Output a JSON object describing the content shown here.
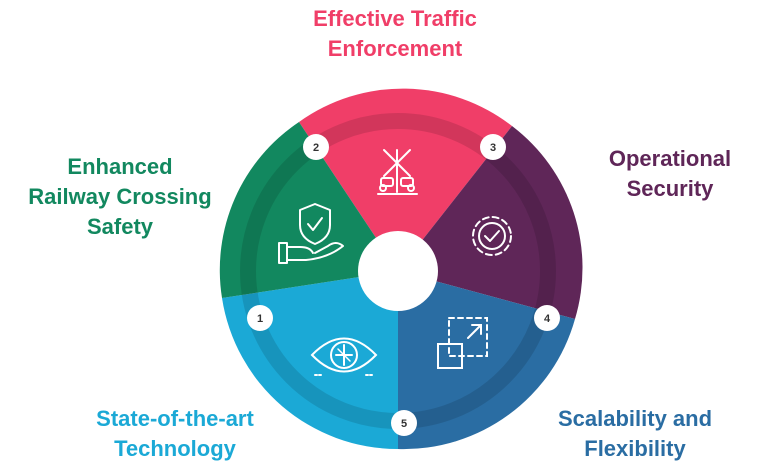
{
  "segments": [
    {
      "number": "1",
      "label_lines": [
        "State-of-the-art",
        "Technology"
      ],
      "color": "#1ba9d6",
      "icon": "eye-analytics-icon"
    },
    {
      "number": "2",
      "label_lines": [
        "Effective Traffic",
        "Enforcement"
      ],
      "color": "#f03e68",
      "icon": "railway-crossing-icon"
    },
    {
      "number": "3",
      "label_lines": [
        "Operational",
        "Security"
      ],
      "color": "#5f2658",
      "icon": "gear-check-icon"
    },
    {
      "number": "4",
      "label_lines": [
        "Scalability and",
        "Flexibility"
      ],
      "color": "#2a6da3",
      "icon": "expand-square-icon"
    },
    {
      "number": "5",
      "label_lines": [
        "Enhanced",
        "Railway Crossing",
        "Safety"
      ],
      "color": "#12885f",
      "icon": "shield-hand-icon"
    }
  ],
  "label_colors": {
    "enforcement": "#f03e68",
    "security": "#5f2658",
    "safety": "#12885f",
    "technology": "#1ba9d6",
    "scalability": "#2a6da3"
  }
}
